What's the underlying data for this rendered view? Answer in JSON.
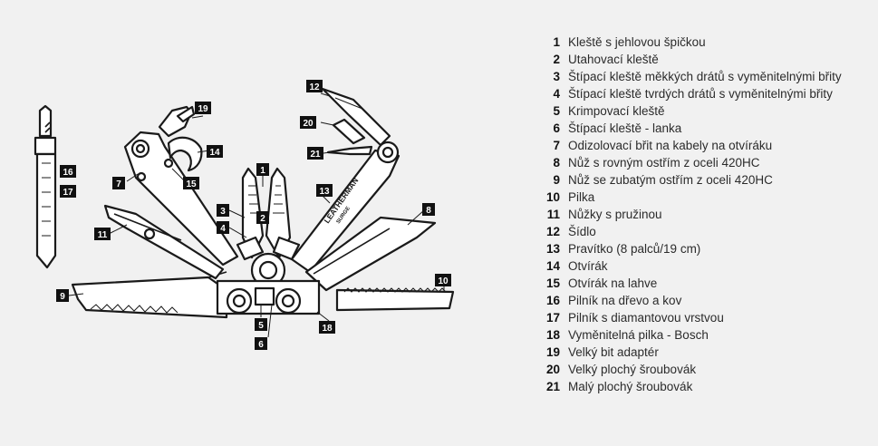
{
  "diagram": {
    "blade_text": "LEATHERMAN",
    "model_text": "SURGE",
    "callouts": [
      "1",
      "2",
      "3",
      "4",
      "5",
      "6",
      "7",
      "8",
      "9",
      "10",
      "11",
      "12",
      "13",
      "14",
      "15",
      "16",
      "17",
      "18",
      "19",
      "20",
      "21"
    ]
  },
  "legend": [
    {
      "num": "1",
      "label": "Kleště s jehlovou špičkou"
    },
    {
      "num": "2",
      "label": "Utahovací kleště"
    },
    {
      "num": "3",
      "label": "Štípací kleště měkkých drátů s vyměnitelnými břity"
    },
    {
      "num": "4",
      "label": "Štípací kleště tvrdých drátů s vyměnitelnými břity"
    },
    {
      "num": "5",
      "label": "Krimpovací kleště"
    },
    {
      "num": "6",
      "label": "Štípací kleště - lanka"
    },
    {
      "num": "7",
      "label": "Odizolovací břit na kabely na otvíráku"
    },
    {
      "num": "8",
      "label": "Nůž s rovným ostřím z oceli 420HC"
    },
    {
      "num": "9",
      "label": "Nůž se zubatým ostřím z oceli 420HC"
    },
    {
      "num": "10",
      "label": "Pilka"
    },
    {
      "num": "11",
      "label": "Nůžky s pružinou"
    },
    {
      "num": "12",
      "label": "Šídlo"
    },
    {
      "num": "13",
      "label": "Pravítko (8 palců/19 cm)"
    },
    {
      "num": "14",
      "label": "Otvírák"
    },
    {
      "num": "15",
      "label": "Otvírák na lahve"
    },
    {
      "num": "16",
      "label": "Pilník na dřevo a kov"
    },
    {
      "num": "17",
      "label": "Pilník s diamantovou vrstvou"
    },
    {
      "num": "18",
      "label": "Vyměnitelná pilka - Bosch"
    },
    {
      "num": "19",
      "label": "Velký bit adaptér"
    },
    {
      "num": "20",
      "label": "Velký plochý šroubovák"
    },
    {
      "num": "21",
      "label": "Malý plochý šroubovák"
    }
  ]
}
